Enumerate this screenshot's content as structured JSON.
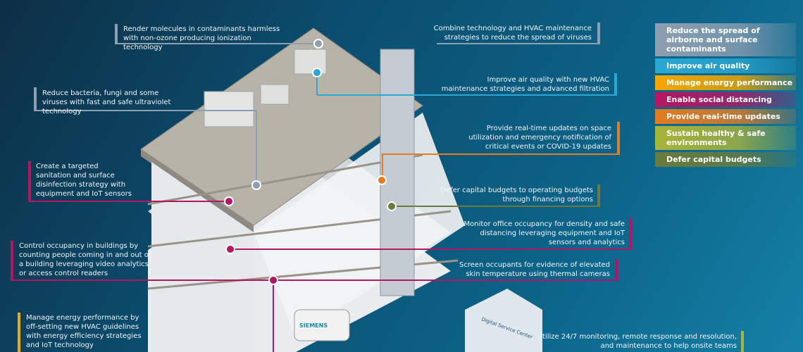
{
  "colors": {
    "contaminants": "#8d9fb0",
    "air": "#2aa8d3",
    "energy": "#f5a800",
    "distancing": "#b31761",
    "updates": "#e37c24",
    "healthy": "#a9b43a",
    "budgets": "#6a7b3b"
  },
  "legend": [
    {
      "label": "Reduce the spread of airborne and surface contaminants",
      "color": "#8d9fb0"
    },
    {
      "label": "Improve air quality",
      "color": "#2aa8d3"
    },
    {
      "label": "Manage energy performance",
      "color": "#f5a800"
    },
    {
      "label": "Enable social distancing",
      "color": "#b31761"
    },
    {
      "label": "Provide real-time updates",
      "color": "#e37c24"
    },
    {
      "label": "Sustain healthy & safe environments",
      "color": "#a9b43a"
    },
    {
      "label": "Defer capital budgets",
      "color": "#6a7b3b"
    }
  ],
  "callouts": {
    "ionization": "Render molecules in contaminants harmless with non-ozone producing ionization technology",
    "uv": "Reduce bacteria, fungi and some viruses with fast and safe ultraviolet technology",
    "sanitation": "Create a targeted sanitation and surface disinfection strategy with equipment and IoT sensors",
    "occupancy_control": "Control occupancy in buildings by counting people coming in and out of a building leveraging video analytics or access control readers",
    "energy": "Manage energy performance by off-setting new HVAC guidelines with energy efficiency strategies and IoT technology",
    "hvac_combine": "Combine technology and HVAC maintenance strategies to reduce the spread of viruses",
    "air_quality": "Improve air quality with new HVAC maintenance strategies and advanced filtration",
    "realtime": "Provide real-time updates on space utilization and emergency notification of critical events or COVID-19 updates",
    "defer": "Defer capital budgets to operating budgets through financing options",
    "monitor": "Monitor office occupancy for density and safe distancing leveraging equipment and IoT sensors and analytics",
    "screen": "Screen occupants for evidence of elevated skin temperature using thermal cameras",
    "utilize": "Utilize 24/7 monitoring, remote response and resolution, and maintenance to help onsite teams"
  },
  "illustration": {
    "service_center_sign": "Digital Service Center",
    "van_brand": "SIEMENS"
  }
}
